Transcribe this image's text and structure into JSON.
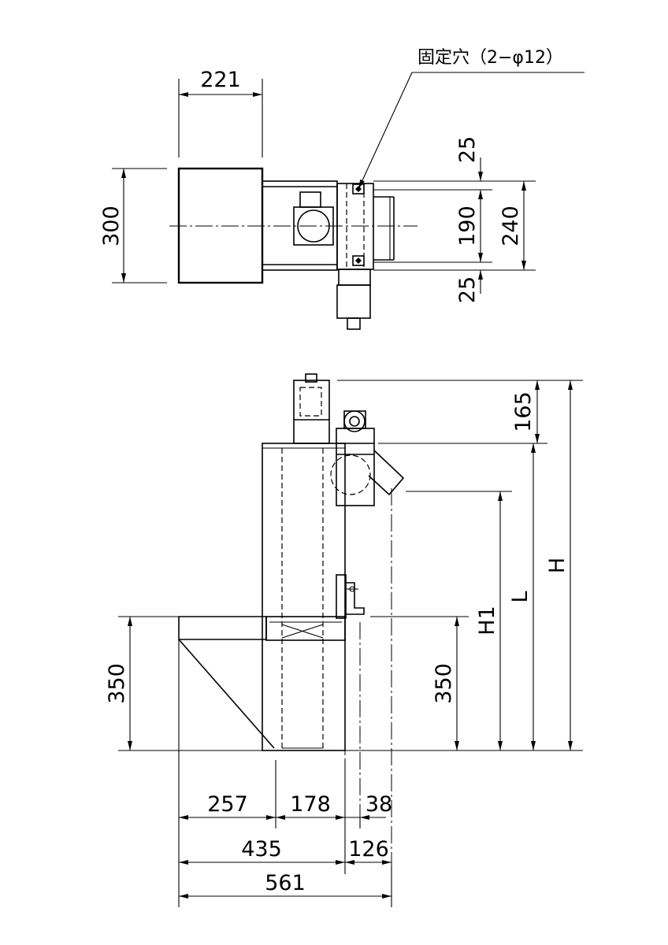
{
  "top_view": {
    "hole_note": "固定穴（2−φ12）",
    "dim_221": "221",
    "dim_300": "300",
    "dim_25_top": "25",
    "dim_190": "190",
    "dim_240": "240",
    "dim_25_bottom": "25"
  },
  "side_view": {
    "dim_165": "165",
    "dim_H": "H",
    "dim_L": "L",
    "dim_H1": "H1",
    "dim_350_right": "350",
    "dim_350_left": "350",
    "dim_257": "257",
    "dim_178": "178",
    "dim_38": "38",
    "dim_435": "435",
    "dim_126": "126",
    "dim_561": "561"
  }
}
